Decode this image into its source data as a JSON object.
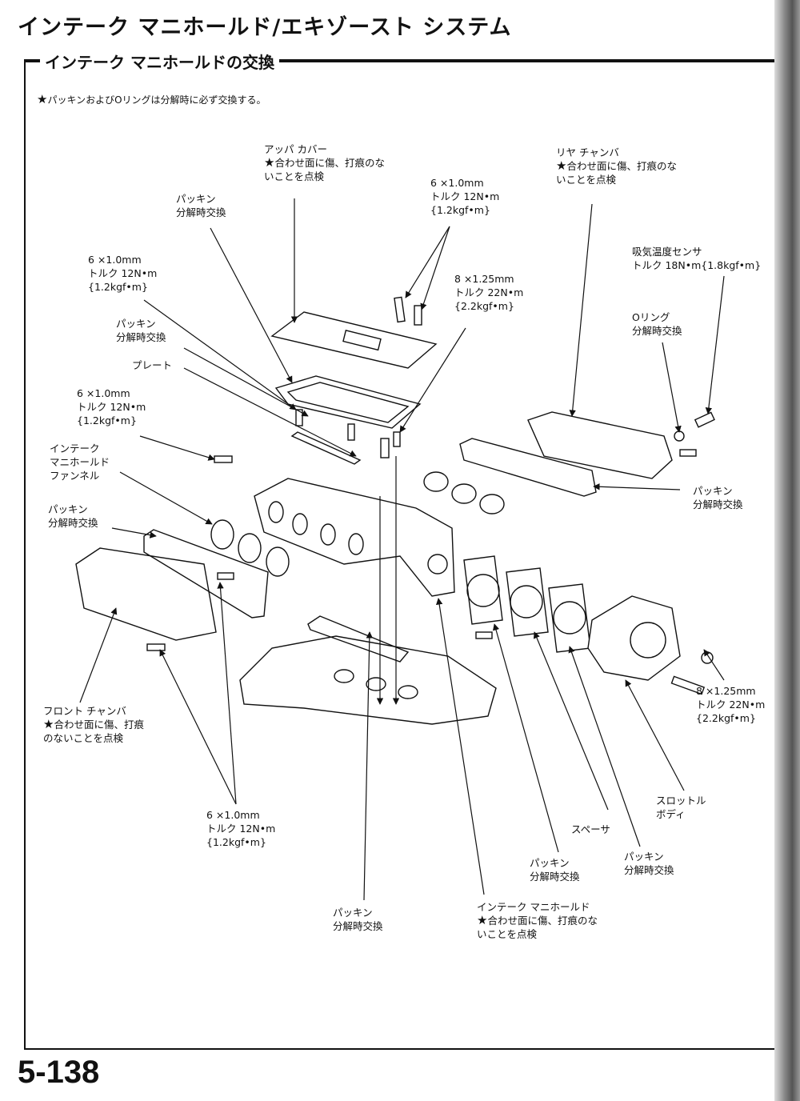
{
  "page": {
    "title": "インテーク マニホールド/エキゾースト システム",
    "section_title": "インテーク マニホールドの交換",
    "note": "パッキンおよびOリングは分解時に必ず交換する。",
    "page_number": "5-138"
  },
  "labels": {
    "upper_cover": [
      "アッパ カバー",
      "合わせ面に傷、打痕のな",
      "いことを点検"
    ],
    "rear_chamber": [
      "リヤ チャンバ",
      "合わせ面に傷、打痕のな",
      "いことを点検"
    ],
    "bolt_top": [
      "6 ×1.0mm",
      "トルク 12N•m",
      "{1.2kgf•m}"
    ],
    "packing_top": [
      "パッキン",
      "分解時交換"
    ],
    "bolt_left_1": [
      "6 ×1.0mm",
      "トルク 12N•m",
      "{1.2kgf•m}"
    ],
    "nut_mid": [
      "8 ×1.25mm",
      "トルク 22N•m",
      "{2.2kgf•m}"
    ],
    "intake_temp_sensor": [
      "吸気温度センサ",
      "トルク 18N•m{1.8kgf•m}"
    ],
    "o_ring": [
      "Oリング",
      "分解時交換"
    ],
    "packing_left_2": [
      "パッキン",
      "分解時交換"
    ],
    "plate": [
      "プレート"
    ],
    "bolt_left_2": [
      "6 ×1.0mm",
      "トルク 12N•m",
      "{1.2kgf•m}"
    ],
    "funnel": [
      "インテーク",
      "マニホールド",
      "ファンネル"
    ],
    "packing_right": [
      "パッキン",
      "分解時交換"
    ],
    "packing_left_3": [
      "パッキン",
      "分解時交換"
    ],
    "front_chamber": [
      "フロント チャンバ",
      "合わせ面に傷、打痕",
      "のないことを点検"
    ],
    "bolt_bottom": [
      "6 ×1.0mm",
      "トルク 12N•m",
      "{1.2kgf•m}"
    ],
    "bolt_right_bottom": [
      "8 ×1.25mm",
      "トルク 22N•m",
      "{2.2kgf•m}"
    ],
    "throttle_body": [
      "スロットル",
      "ボディ"
    ],
    "spacer": [
      "スペーサ"
    ],
    "packing_tb": [
      "パッキン",
      "分解時交換"
    ],
    "packing_spacer": [
      "パッキン",
      "分解時交換"
    ],
    "packing_bottom": [
      "パッキン",
      "分解時交換"
    ],
    "intake_manifold": [
      "インテーク マニホールド",
      "合わせ面に傷、打痕のな",
      "いことを点検"
    ]
  },
  "star_symbol": "★"
}
